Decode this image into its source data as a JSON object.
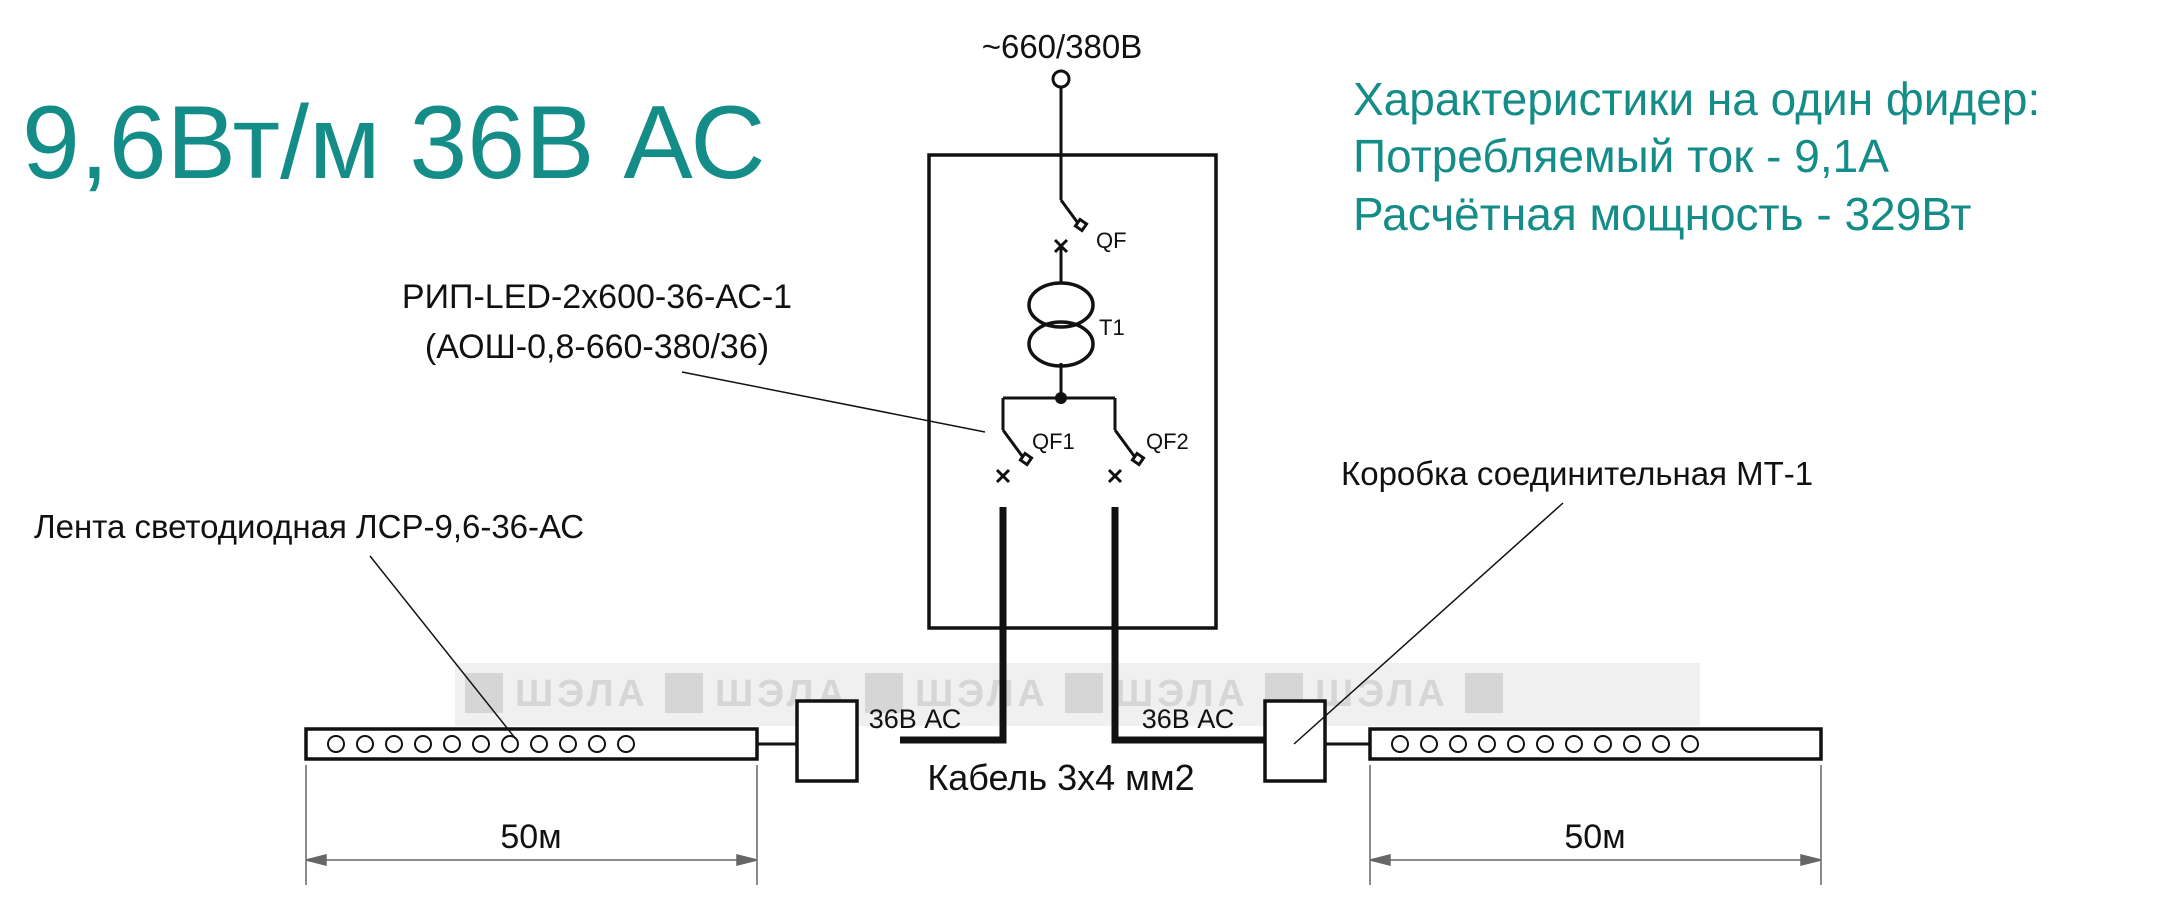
{
  "title": "9,6Вт/м 36В АС",
  "supply": "~660/380В",
  "characteristics": {
    "heading": "Характеристики на один фидер:",
    "current": "Потребляемый ток - 9,1А",
    "power": "Расчётная мощность - 329Вт"
  },
  "power_unit": {
    "line1": "РИП-LED-2х600-36-АС-1",
    "line2": "(АОШ-0,8-660-380/36)"
  },
  "components": {
    "breaker_main": "QF",
    "transformer": "T1",
    "breaker_1": "QF1",
    "breaker_2": "QF2"
  },
  "strip_label": "Лента светодиодная ЛСР-9,6-36-АС",
  "box_label": "Коробка соединительная МТ-1",
  "voltage_left": "36В АС",
  "voltage_right": "36В АС",
  "cable_label": "Кабель 3х4 мм2",
  "length_left": "50м",
  "length_right": "50м",
  "leds_per_strip": 11,
  "watermark": {
    "text": "ШЭЛА",
    "count": 6
  },
  "colors": {
    "accent": "#148c88",
    "line": "#111111",
    "watermark": "#d6d6d6"
  }
}
